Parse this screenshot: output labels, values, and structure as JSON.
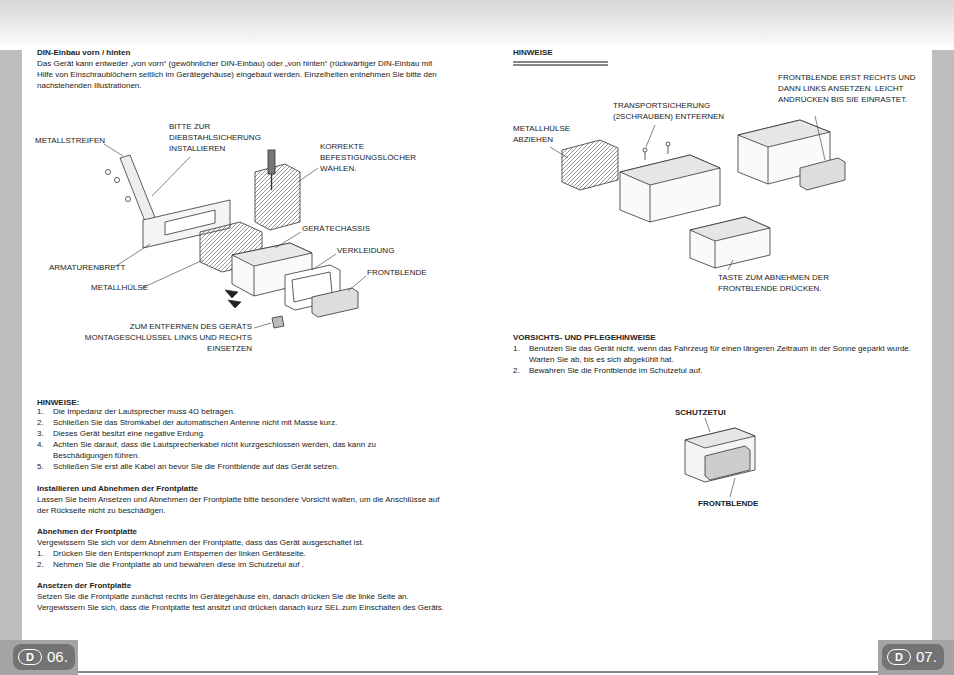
{
  "diagram": {
    "nodes": [
      {
        "text": [
          "D"
        ]
      },
      {
        "text": [
          "D"
        ]
      }
    ],
    "labels": [
      "DIN-Einbau vorn / hinten",
      "Das Gerät kann entweder „von vorn“ (gewöhnlicher DIN-Einbau) oder „von hinten“ (rückwärtiger DIN-Einbau mit Hilfe von Einschraublöchern seitlich im Gerätegehäuse) eingebaut werden. Einzelheiten entnehmen Sie bitte den nachstehenden Illustrationen.",
      "METALLSTREIFEN",
      "BITTE ZUR DIEBSTAHLSICHERUNG INSTALLIEREN",
      "KORREKTE BEFESTIGUNGSLÖCHER WÄHLEN.",
      "GERÄTECHASSIS",
      "VERKLEIDUNG",
      "ARMATURENBRETT",
      "FRONTBLENDE",
      "METALLHÜLSE",
      "ZUM ENTFERNEN DES GERÄTS MONTAGESCHLÜSSEL LINKS UND RECHTS EINSETZEN",
      "HINWEISE:",
      "1.",
      "Die Impedanz der Lautsprecher muss 4Ω betragen.",
      "2.",
      "Schließen Sie das Stromkabel der automatischen Antenne nicht mit Masse kurz.",
      "3.",
      "Dieses Gerät besitzt eine negative Erdung.",
      "4.",
      "Achten Sie darauf, dass die Lautsprecherkabel nicht kurzgeschlossen werden, das kann zu Beschädigungen führen.",
      "5.",
      "Schließen Sie erst alle Kabel an bevor Sie die Frontblende auf das Gerät setzen.",
      "Installieren und Abnehmen der Frontplatte",
      "Lassen Sie beim Ansetzen und Abnehmen der Frontplatte bitte besondere Vorsicht walten, um die Anschlüsse auf der Rückseite nicht zu beschädigen.",
      "Abnehmen der Frontplatte",
      "Vergewissern Sie sich vor dem Abnehmen der Frontplatte, dass das Gerät ausgeschaltet ist.",
      "1.",
      "Drücken Sie den Entsperrknopf zum Entsperren der linken Geräteseite.",
      "2.",
      "Nehmen Sie die Frontplatte ab und bewahren diese im Schutzetui auf .",
      "Ansetzen der Frontplatte",
      "Setzen Sie die Frontplatte zunächst rechts im Gerätegehäuse ein, danach drücken Sie die linke Seite an. Vergewissern Sie sich, dass die Frontplatte fest ansitzt und drücken danach kurz SEL zum Einschalten des Geräts.",
      "06.",
      "HINWEISE",
      "FRONTBLENDE ERST RECHTS UND DANN LINKS ANSETZEN. LEICHT ANDRÜCKEN BIS SIE EINRASTET.",
      "TRANSPORTSICHERUNG (2SCHRAUBEN) ENTFERNEN",
      "METALLHÜLSE ABZIEHEN",
      "TASTE ZUM ABNEHMEN DER FRONTBLENDE DRÜCKEN.",
      "VORSICHTS- UND PFLEGEHINWEISE",
      "1.",
      "Benutzen Sie das Gerät nicht, wenn das Fahrzeug für einen längeren Zeitraum in der Sonne geparkt wurde. Warten Sie ab, bis es sich abgekühlt hat.",
      "2.",
      "Bewahren Sie die Frontblende im Schutzetui auf.",
      "SCHUTZETUI",
      "FRONTBLENDE",
      "07."
    ]
  }
}
